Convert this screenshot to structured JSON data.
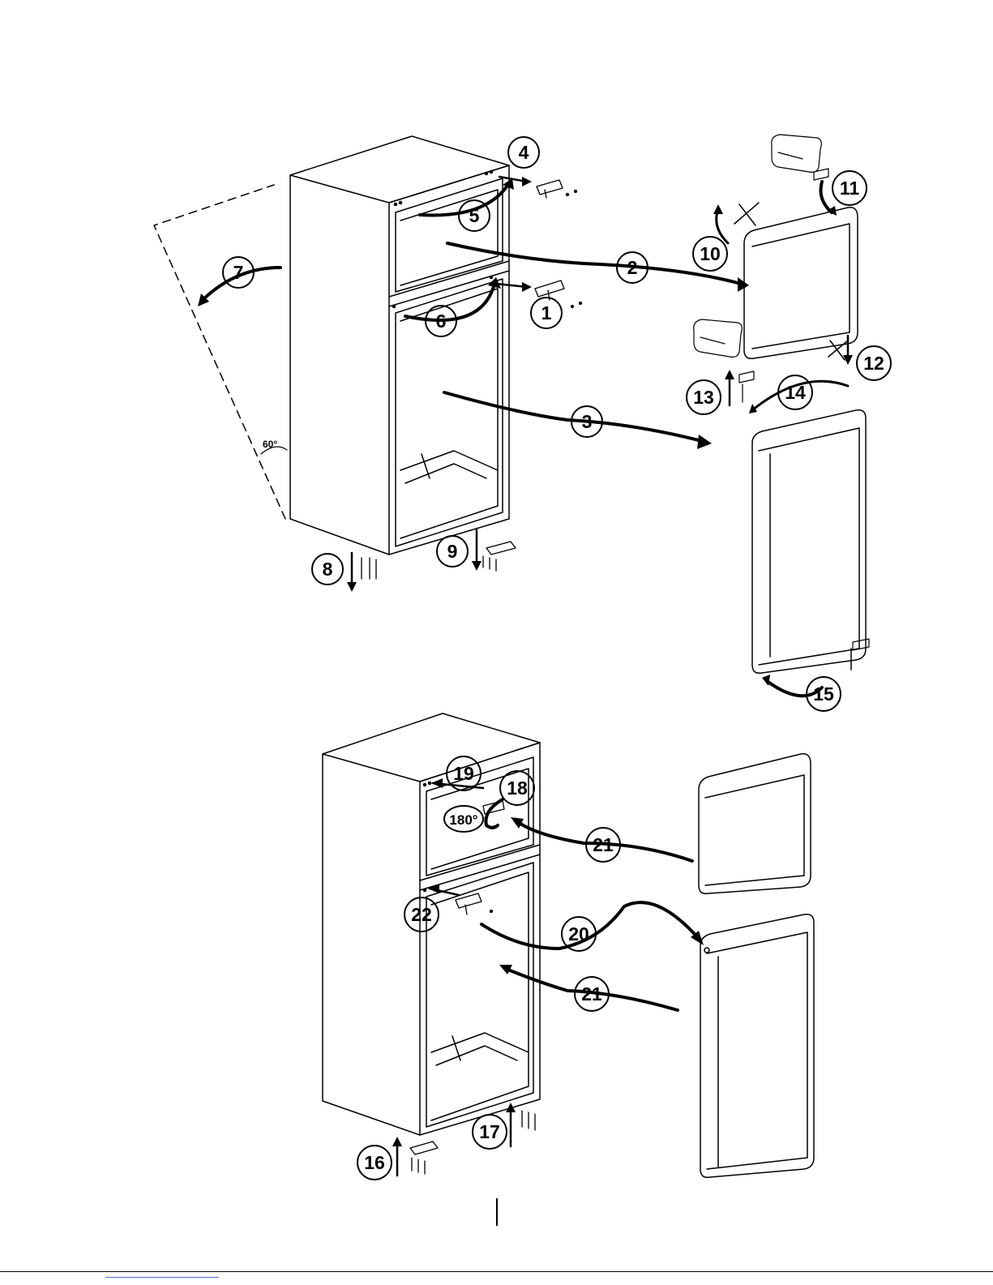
{
  "diagram": {
    "step_numbers": [
      "1",
      "2",
      "3",
      "4",
      "5",
      "6",
      "7",
      "8",
      "9",
      "10",
      "11",
      "12",
      "13",
      "14",
      "15",
      "16",
      "17",
      "18",
      "19",
      "20",
      "21",
      "21",
      "22"
    ],
    "angle_labels": {
      "tilt": "60°",
      "rotate": "180°"
    },
    "colors": {
      "ink": "#000000",
      "background": "#ffffff",
      "link": "#4a6fd0"
    }
  }
}
